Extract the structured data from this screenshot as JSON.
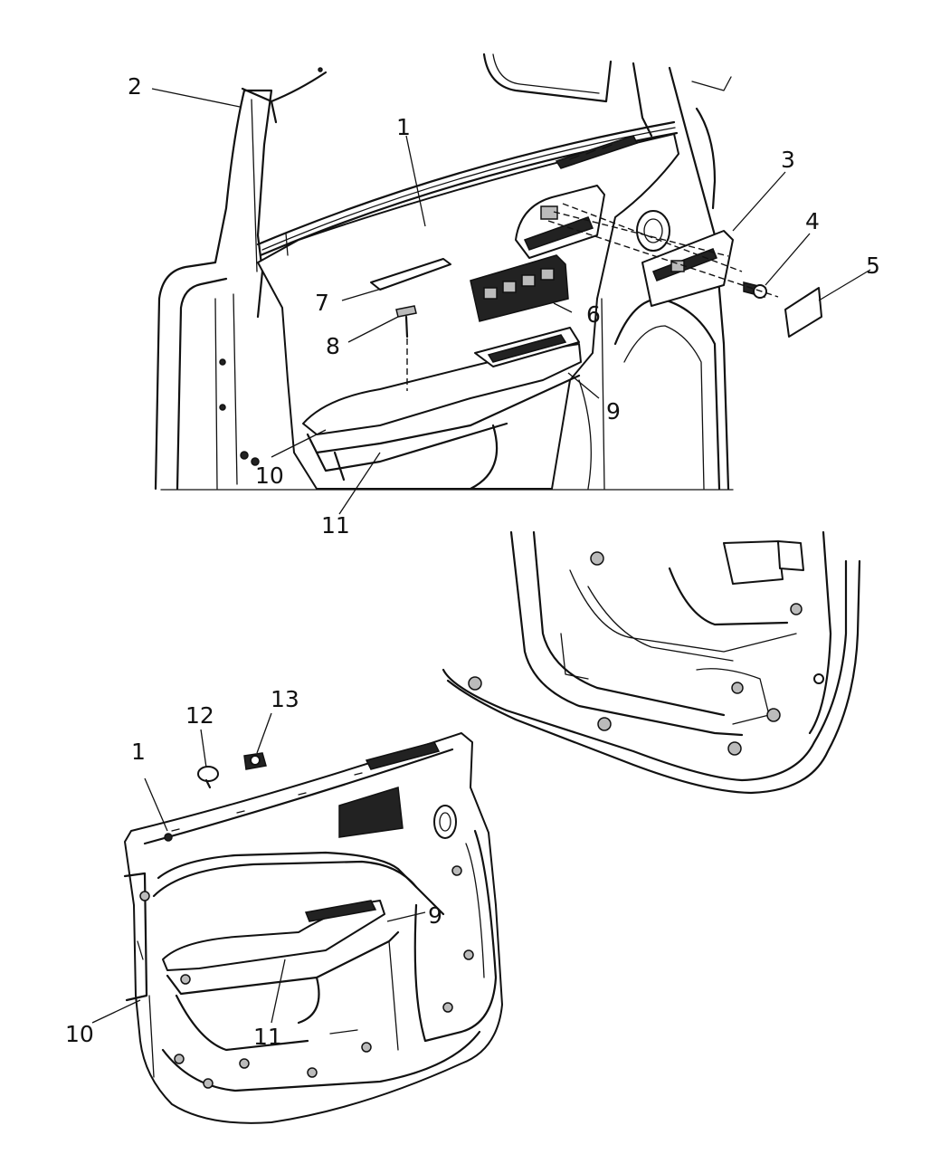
{
  "callouts": {
    "top_door_trim_panel": "1",
    "weatherstrip": "2",
    "bezel": "3",
    "screw": "4",
    "cover": "5",
    "switch": "6",
    "bezel_left": "7",
    "fastener": "8",
    "armrest_bezel": "9",
    "armrest": "10",
    "pull_cup": "11",
    "bottom_door_trim_panel": "1",
    "bottom_armrest_bezel": "9",
    "bottom_armrest": "10",
    "bottom_pull_cup": "11",
    "push_pin": "12",
    "clip": "13"
  }
}
